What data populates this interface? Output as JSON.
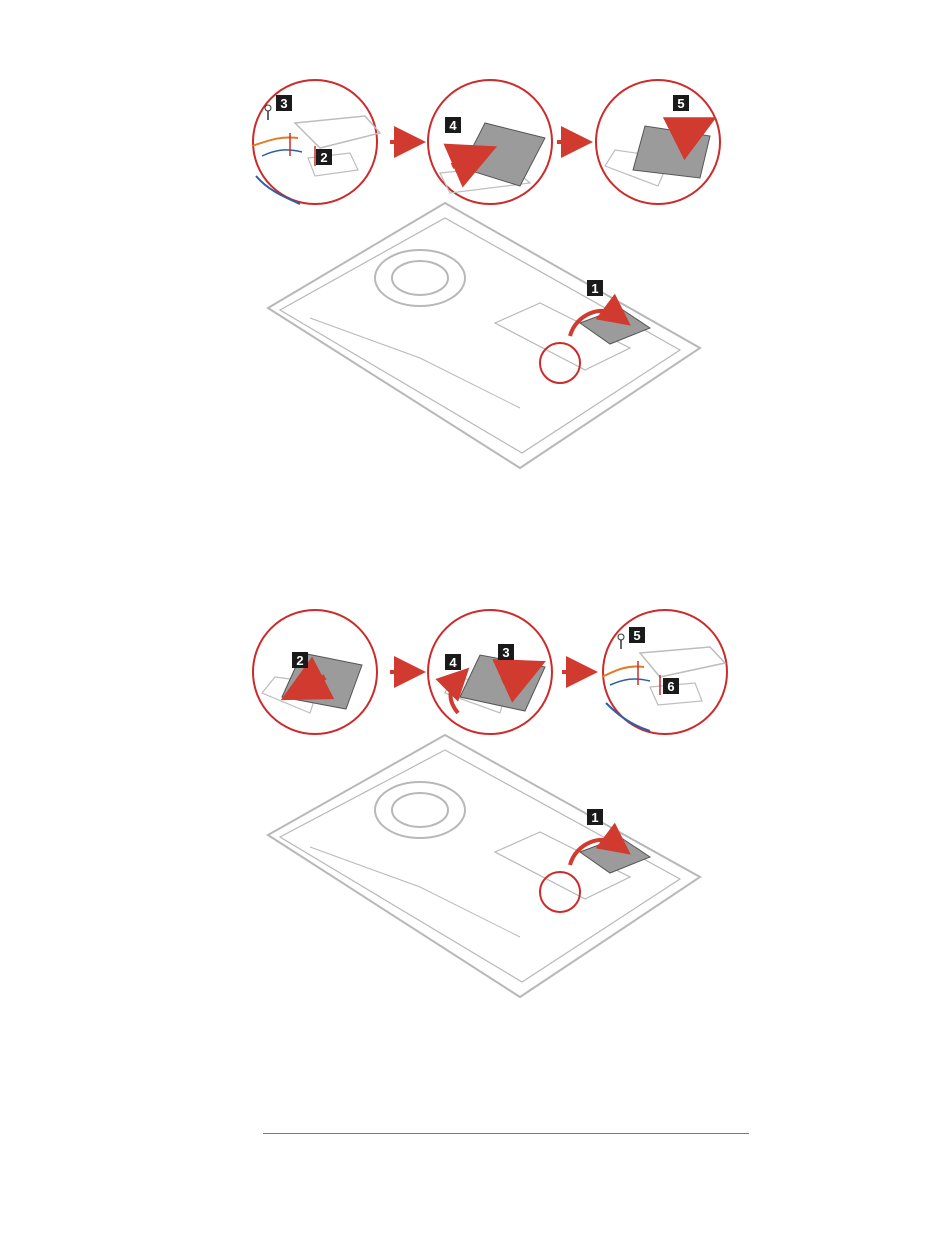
{
  "figures": [
    {
      "id": "removal",
      "steps": [
        "1",
        "2",
        "3",
        "4",
        "5"
      ],
      "colors": {
        "circle": "#cc2b2b",
        "arrow": "#d13a2f",
        "line_art": "#b8b8b8",
        "card": "#9b9b9b",
        "badge": "#1a1a1a"
      }
    },
    {
      "id": "installation",
      "steps": [
        "1",
        "2",
        "3",
        "4",
        "5",
        "6"
      ],
      "colors": {
        "circle": "#cc2b2b",
        "arrow": "#d13a2f",
        "line_art": "#b8b8b8",
        "card": "#9b9b9b",
        "badge": "#1a1a1a"
      }
    }
  ],
  "footer": {
    "rule_color": "#6c6cd8"
  }
}
